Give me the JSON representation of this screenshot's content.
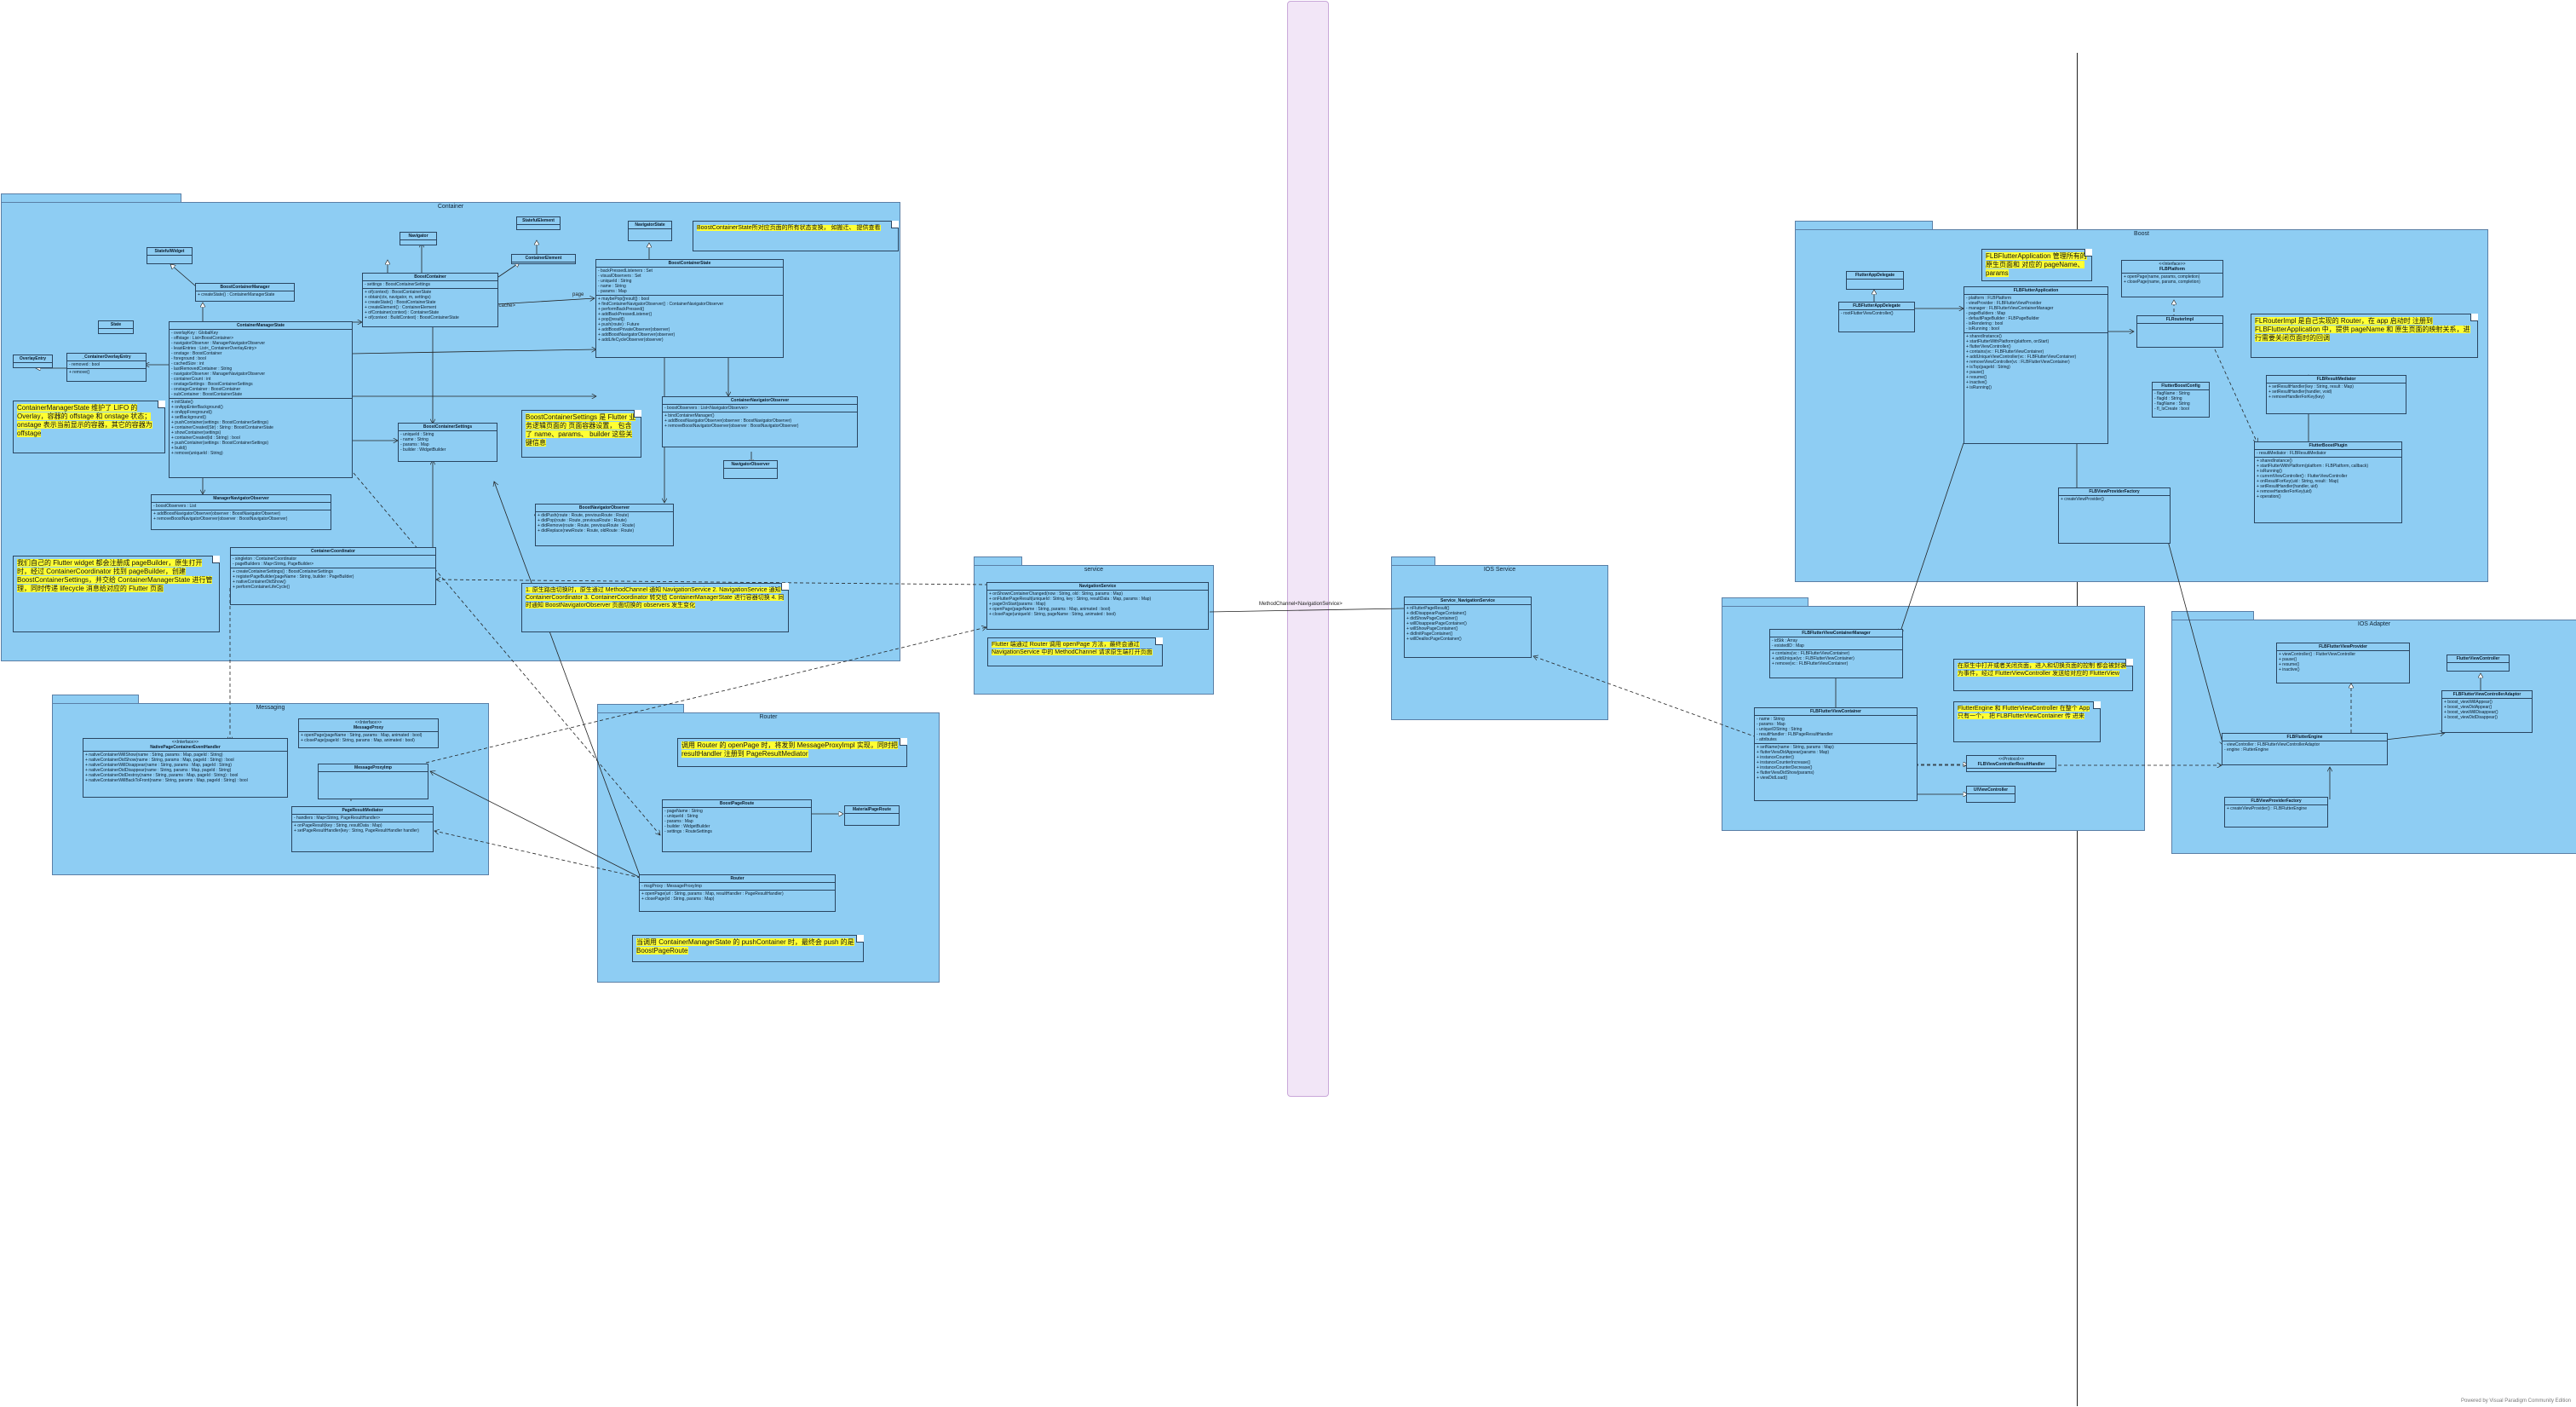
{
  "footer": "Powered by Visual Paradigm Community Edition",
  "edge_labels": {
    "method_channel": "MethodChannel<NavigationService>",
    "cache": "<cache>",
    "page": "page"
  },
  "packages": {
    "container": "Container",
    "messaging": "Messaging",
    "router": "Router",
    "service": "service",
    "ios_service": "IOS Service",
    "boost": "Boost",
    "ios_container": "",
    "ios_adapter": "IOS Adapter"
  },
  "classes": {
    "boost_container": {
      "name": "BoostContainer",
      "attrs": [
        "- settings : BoostContainerSettings"
      ],
      "ops": [
        "+ of(context) : BoostContainerState",
        "+ obtain(ctx, navigator, m, settings)",
        "+ createState() : BoostContainerState",
        "+ createElement() : ContainerElement",
        "+ ofContainer(context) : ContainerState",
        "+ of(context : BuildContext) : BoostContainerState"
      ]
    },
    "boost_container_state": {
      "name": "BoostContainerState",
      "attrs": [
        "- backPressedListeners : Set",
        "- visualObservers : Set",
        "- uniqueId : String",
        "- name : String",
        "- params : Map"
      ],
      "ops": [
        "+ maybePop([result]) : bool",
        "+ findContainerNavigatorObserver() : ContainerNavigatorObserver",
        "+ performBackPressed()",
        "+ addBackPressedListener()",
        "+ pop([result])",
        "+ push(route) : Future",
        "+ addBoostPrivateObserver(observer)",
        "+ addBoostNavigatorObserver(observer)",
        "+ addLifeCycleObserver(observer)"
      ]
    },
    "container_manager_state": {
      "name": "ContainerManagerState",
      "attrs": [
        "- overlayKey : GlobalKey",
        "- offstage : List<BoostContainer>",
        "- navigatorObserver : ManagerNavigatorObserver",
        "- leastEntries : List<_ContainerOverlayEntry>",
        "- onstage : BoostContainer",
        "- foreground : bool",
        "- cachedSize : int",
        "- lastRemovedContainer : String",
        "- navigatorObserver : ManagerNavigatorObserver",
        "- containerCount : int",
        "- onstageSettings : BoostContainerSettings",
        "- onstageContainer : BoostContainer",
        "- subContainer : BoostContainerState"
      ],
      "ops": [
        "+ initState()",
        "+ onAppEnterBackground()",
        "+ onAppForeground()",
        "+ setBackground()",
        "+ pushContainer(settings : BoostContainerSettings)",
        "+ containerCreated(Str) : String : BoostContainerState",
        "+ showContainer(settings)",
        "+ containerCreated(id : String) : bool",
        "+ pushContainer(settings : BoostContainerSettings)",
        "+ build()",
        "+ remove(uniqueId : String)"
      ]
    },
    "boost_container_manager": {
      "name": "BoostContainerManager",
      "attrs": [],
      "ops": [
        "+ createState() : ContainerManagerState"
      ]
    },
    "state": {
      "name": "State",
      "attrs": [],
      "ops": []
    },
    "overlay_entry": {
      "name": "OverlayEntry",
      "attrs": [],
      "ops": []
    },
    "container_overlay_entry": {
      "name": "_ContainerOverlayEntry",
      "attrs": [
        "- removed : bool"
      ],
      "ops": [
        "+ remove()"
      ]
    },
    "stateful_widget": {
      "name": "StatefulWidget",
      "attrs": [],
      "ops": []
    },
    "navigator": {
      "name": "Navigator",
      "attrs": [],
      "ops": []
    },
    "stateful_element": {
      "name": "StatefulElement",
      "attrs": [],
      "ops": []
    },
    "container_element": {
      "name": "ContainerElement",
      "attrs": [],
      "ops": []
    },
    "navigator_state": {
      "name": "NavigatorState",
      "attrs": [],
      "ops": []
    },
    "boost_container_settings": {
      "name": "BoostContainerSettings",
      "attrs": [
        "- uniqueId : String",
        "- name : String",
        "- params : Map",
        "- builder : WidgetBuilder"
      ],
      "ops": []
    },
    "container_navigator_observer": {
      "name": "ContainerNavigatorObserver",
      "attrs": [
        "- boostObservers : List<NavigatorObserver>"
      ],
      "ops": [
        "+ bindContainerManager()",
        "+ addBoostNavigatorObserver(observer : BoostNavigatorObserver)",
        "+ removeBoostNavigatorObserver(observer : BoostNavigatorObserver)"
      ]
    },
    "navigator_observer": {
      "name": "NavigatorObserver",
      "attrs": [],
      "ops": []
    },
    "manager_navigator_observer": {
      "name": "ManagerNavigatorObserver",
      "attrs": [
        "- boostObservers : List"
      ],
      "ops": [
        "+ addBoostNavigatorObserver(observer : BoostNavigatorObserver)",
        "+ removeBoostNavigatorObserver(observer : BoostNavigatorObserver)"
      ]
    },
    "boost_navigator_observer": {
      "name": "BoostNavigatorObserver",
      "attrs": [],
      "ops": [
        "+ didPush(route : Route, previousRoute : Route)",
        "+ didPop(route : Route, previousRoute : Route)",
        "+ didRemove(route : Route, previousRoute : Route)",
        "+ didReplace(newRoute : Route, oldRoute : Route)"
      ]
    },
    "container_coordinator": {
      "name": "ContainerCoordinator",
      "attrs": [
        "- singleton : ContainerCoordinator",
        "- pageBuilders : Map<String, PageBuilder>"
      ],
      "ops": [
        "+ createContainerSettings() : BoostContainerSettings",
        "+ registerPageBuilder(pageName : String, builder : PageBuilder)",
        "+ nativeContainerDidShow()",
        "+ performContainerLifeCycle()"
      ]
    },
    "native_page_container_event_handler": {
      "name": "NativePageContainerEventHandler",
      "stereo": "<<Interface>>",
      "attrs": [],
      "ops": [
        "+ nativeContainerWillShow(name : String, params : Map, pageId : String)",
        "+ nativeContainerDidShow(name : String, params : Map, pageId : String) : bool",
        "+ nativeContainerWillDisappear(name : String, params : Map, pageId : String)",
        "+ nativeContainerDidDisappear(name : String, params : Map, pageId : String)",
        "+ nativeContainerDidDestroy(name : String, params : Map, pageId : String) : bool",
        "+ nativeContainerWillBackToFront(name : String, params : Map, pageId : String) : bool"
      ]
    },
    "message_proxy": {
      "name": "MessageProxy",
      "stereo": "<<Interface>>",
      "attrs": [],
      "ops": [
        "+ openPage(pageName : String, params : Map, animated : bool)",
        "+ closePage(pageId : String, params : Map, animated : bool)"
      ]
    },
    "message_proxy_imp": {
      "name": "MessageProxyImp",
      "attrs": [],
      "ops": []
    },
    "page_result_mediator": {
      "name": "PageResultMediator",
      "attrs": [
        "- handlers : Map<String, PageResultHandler>"
      ],
      "ops": [
        "+ onPageResult(key : String, resultData : Map)",
        "+ setPageResultHandler(key : String, PageResultHandler handler)"
      ]
    },
    "navigation_service": {
      "name": "NavigationService",
      "attrs": [],
      "ops": [
        "+ onShownContainerChanged(now : String, old : String, params : Map)",
        "+ onFlutterPageResult(uniqueId : String, key : String, resultData : Map, params : Map)",
        "+ pageOnStart(params : Map)",
        "+ openPage(pageName : String, params : Map, animated : bool)",
        "+ closePage(uniqueId : String, pageName : String, animated : bool)"
      ]
    },
    "service_navigation_service": {
      "name": "Service_NavigationService",
      "attrs": [],
      "ops": [
        "+ nFlutterPageResult()",
        "+ didDisappearPageContainer()",
        "+ didShowPageContainer()",
        "+ willDisappearPageContainer()",
        "+ willShowPageContainer()",
        "+ didInitPageContainer()",
        "+ willDeallocPageContainer()"
      ]
    },
    "boost_page_route": {
      "name": "BoostPageRoute",
      "attrs": [
        "- pageName : String",
        "- uniqueId : String",
        "- params : Map",
        "- builder : WidgetBuilder",
        "- settings : RouteSettings"
      ],
      "ops": []
    },
    "material_page_route": {
      "name": "MaterialPageRoute",
      "attrs": [],
      "ops": []
    },
    "router": {
      "name": "Router",
      "attrs": [
        "- msgProxy : MessageProxyImp"
      ],
      "ops": [
        "+ openPage(url : String, params : Map, resultHandler : PageResultHandler)",
        "+ closePage(id : String, params : Map)"
      ]
    },
    "flutter_app_delegate": {
      "name": "FlutterAppDelegate",
      "attrs": [],
      "ops": []
    },
    "flb_flutter_app_delegate": {
      "name": "FLBFlutterAppDelegate",
      "attrs": [
        "- rootFlutterViewController()"
      ],
      "ops": []
    },
    "flb_flutter_application": {
      "name": "FLBFlutterApplication",
      "attrs": [
        "- platform : FLBPlatform",
        "- viewProvider : FLBFlutterViewProvider",
        "- manager : FLBFlutterViewContainerManager",
        "- pageBuilders : Map",
        "- defaultPageBuilder : FLBPageBuilder",
        "- isRendering : bool",
        "- isRunning : bool"
      ],
      "ops": [
        "+ sharedInstance()",
        "+ startFlutterWithPlatform(platform, onStart)",
        "+ flutterViewController()",
        "+ contains(vc : FLBFlutterViewContainer)",
        "+ addUniqueViewController(vc : FLBFlutterViewContainer)",
        "+ removeViewController(vc : FLBFlutterViewContainer)",
        "+ isTop(pageId : String)",
        "+ pause()",
        "+ resume()",
        "+ inactive()",
        "+ isRunning()"
      ]
    },
    "flb_platform": {
      "name": "FLBPlatform",
      "stereo": "<<Interface>>",
      "attrs": [],
      "ops": [
        "+ openPage(name, params, completion)",
        "+ closePage(name, params, completion)"
      ]
    },
    "fl_router_impl": {
      "name": "FLRouterImpl",
      "attrs": [],
      "ops": []
    },
    "flutter_boost_config": {
      "name": "FlutterBoostConfig",
      "attrs": [
        "- flagName : String",
        "- flagId : String",
        "- flagName : String",
        "- fl_IsCreate : bool"
      ],
      "ops": []
    },
    "flb_result_mediator": {
      "name": "FLBResultMediator",
      "attrs": [],
      "ops": [
        "+ setResultHandler(key : String, result : Map)",
        "+ setResultHandler(handler, void)",
        "+ removeHandlerForKey(key)"
      ]
    },
    "flutter_boost_plugin": {
      "name": "FlutterBoostPlugin",
      "attrs": [
        "- resultMediator : FLBResultMediator"
      ],
      "ops": [
        "+ sharedInstance()",
        "+ startFlutterWithPlatform(platform : FLBPlatform, callback)",
        "+ isRunning()",
        "+ currentViewController() : FlutterViewController",
        "+ onResultForKey(uid : String, result : Map)",
        "+ setResultHandler(handler, uid)",
        "+ removeHandlerForKey(uid)",
        "+ operation()"
      ]
    },
    "flb_view_provider_factory": {
      "name": "FLBViewProviderFactory",
      "attrs": [],
      "ops": [
        "+ createViewProvider()"
      ]
    },
    "flb_flutter_view_container_manager": {
      "name": "FLBFlutterViewContainerManager",
      "attrs": [
        "- idStk : Array",
        "- existedID : Map"
      ],
      "ops": [
        "+ contains(vc : FLBFlutterViewContainer)",
        "+ addUnique(vc : FLBFlutterViewContainer)",
        "+ remove(vc : FLBFlutterViewContainer)"
      ]
    },
    "flb_flutter_view_container": {
      "name": "FLBFlutterViewContainer",
      "attrs": [
        "- name : String",
        "- params : Map",
        "- uniqueIDString : String",
        "- resultHandler : FLBPageResultHandler",
        "- attributes"
      ],
      "ops": [
        "+ setName(name : String, params : Map)",
        "+ flutterViewDidAppear(params : Map)",
        "+ instanceCounter()",
        "+ instanceCounterIncrease()",
        "+ instanceCounterDecrease()",
        "+ flutterViewDidShow(params)",
        "+ viewDidLoad()"
      ]
    },
    "fl_bview_controller_result_handler": {
      "name": "FLBViewControllerResultHandler",
      "stereo": "<<Protocol>>",
      "attrs": [],
      "ops": []
    },
    "ui_view_controller": {
      "name": "UIViewController",
      "attrs": [],
      "ops": []
    },
    "flutter_view_controller": {
      "name": "FlutterViewController",
      "attrs": [],
      "ops": []
    },
    "flb_flutter_view_provider": {
      "name": "FLBFlutterViewProvider",
      "attrs": [],
      "ops": [
        "+ viewController() : FlutterViewController",
        "+ pause()",
        "+ resume()",
        "+ inactive()"
      ]
    },
    "flb_flutter_view_controller_adaptor": {
      "name": "FLBFlutterViewControllerAdaptor",
      "attrs": [],
      "ops": [
        "+ boost_viewWillAppear()",
        "+ boost_viewDidAppear()",
        "+ boost_viewWillDisappear()",
        "+ boost_viewDidDisappear()"
      ]
    },
    "flb_flutter_engine": {
      "name": "FLBFlutterEngine",
      "attrs": [
        "- viewController : FLBFlutterViewControllerAdaptor",
        "- engine : FlutterEngine"
      ],
      "ops": []
    },
    "flb_view_provider_factory2": {
      "name": "FLBViewProviderFactory",
      "attrs": [],
      "ops": [
        "+ createViewProvider() : FLBFlutterEngine"
      ]
    }
  },
  "notes": {
    "n1": "BoostContainerState所对应页面的所有状态变换， 如搬迁、 提供查看",
    "n2": "ContainerManagerState 维护了 LIFO 的 Overlay，容器的 offstage 和 onstage 状态；onstage 表示当前显示的容器，其它的容器为 offstage",
    "n3": "BoostContainerSettings 是 Flutter 业务逻辑页面的 页面容器设置， 包含了 name、params、 builder 这些关键信息",
    "n4": "我们自己的 Flutter widget 都会注册成 pageBuilder，原生打开时，经过 ContainerCoordinator 找到 pageBuilder，创建 BoostContainerSettings，并交给 ContainerManagerState 进行管理，同时传递 lifecycle 消息给对应的 Flutter 页面",
    "n5": "1. 原生路由切换时，原生通过 MethodChannel 通知 NavigationService 2. NavigationService 通知 ContainerCoordinator 3. ContainerCoordinator 转交给 ContainerManagerState 进行容器切换 4. 同时通知 BoostNavigatorObserver 页面切换的 observers 发生变化",
    "n6": "Flutter 端通过 Router 调用 openPage 方法，最终会通过 NavigationService 中的 MethodChannel 请求原生端打开页面",
    "n7": "调用 Router 的 openPage 时，将发到 MessageProxyImpl 实现，同时把 resultHandler 注册到 PageResultMediator",
    "n8": "当调用 ContainerManagerState 的 pushContainer 时，最终会 push 的是 BoostPageRoute",
    "n9": "FLBFlutterApplication 管理所有的原生页面和 对应的 pageName、params",
    "n10": "FLRouterImpl 是自己实现的 Router，在 app 启动时 注册到 FLBFlutterApplication 中，提供 pageName 和 原生页面的映射关系，进行需要关闭页面时的回调",
    "n11": "在原生中打开或者关闭页面，进入和切换页面的控制 都会被封装为事件，经过 FlutterViewController 发送给对应的 FlutterView",
    "n12": "FlutterEngine 和 FlutterViewController 在整个 App 只有一个， 把 FLBFlutterViewContainer 传 进来"
  }
}
